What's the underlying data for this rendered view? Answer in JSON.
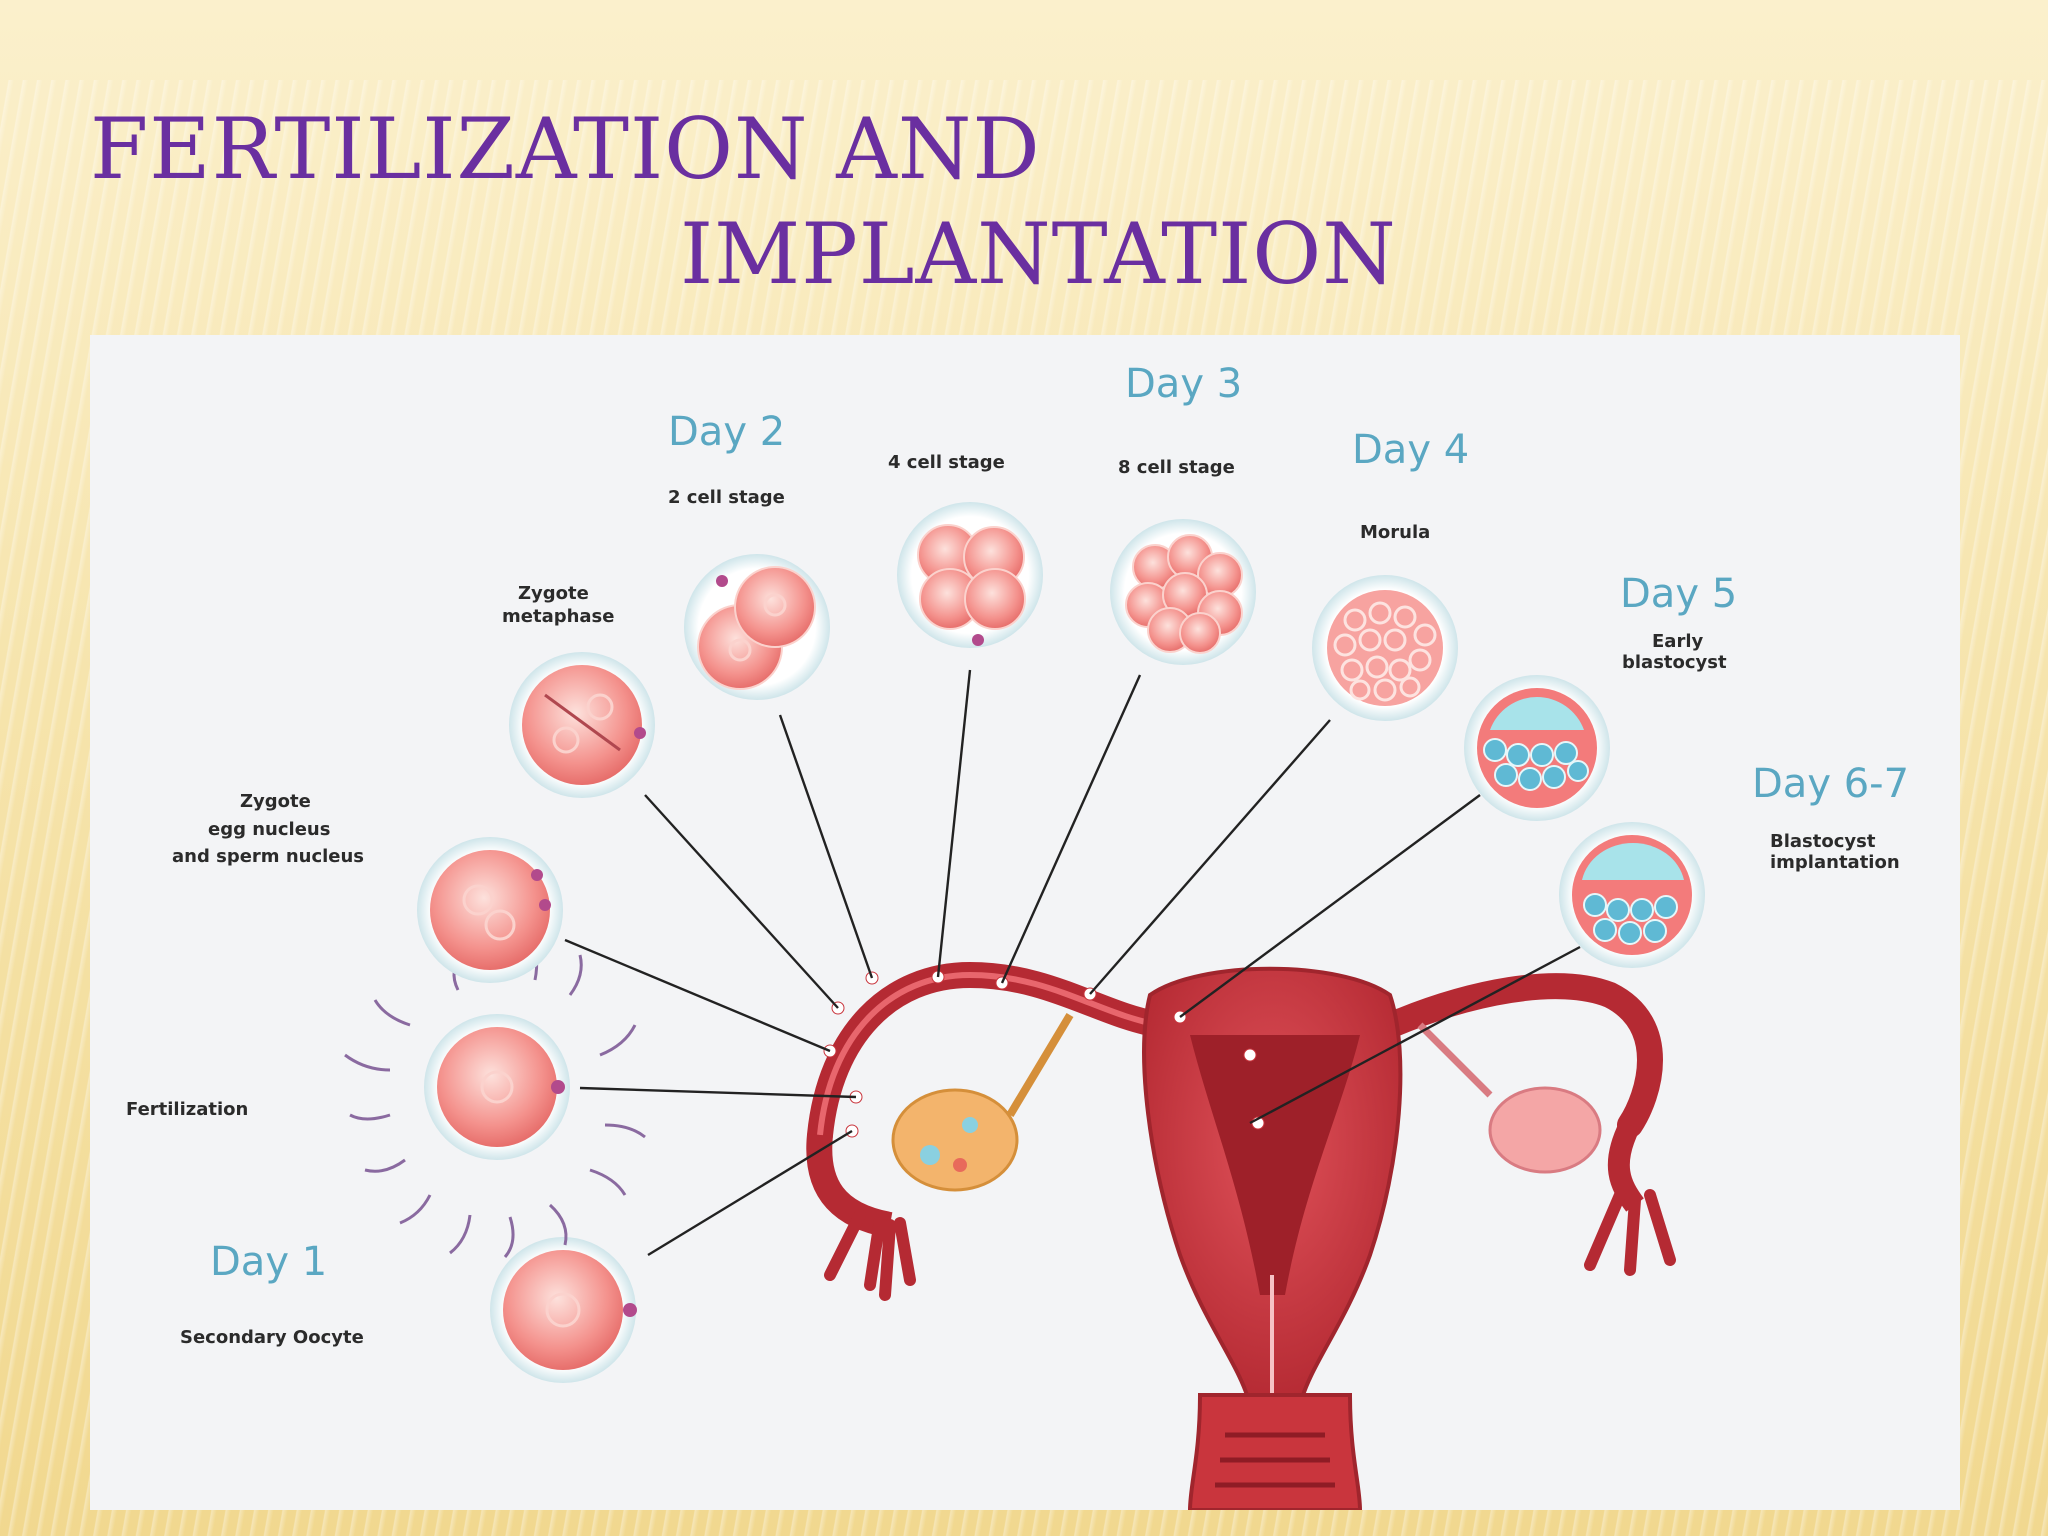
{
  "title": {
    "line1": "FERTILIZATION  AND",
    "line2": "IMPLANTATION"
  },
  "colors": {
    "title": "#6a2fa0",
    "day": "#5aa7c2",
    "uterus": "#c9353d",
    "cell": "#f28a8a",
    "blastocyst_inner": "#7fd0dc"
  },
  "stages": [
    {
      "day": "Day 1",
      "label_lines": [
        "Secondary Oocyte"
      ]
    },
    {
      "day": "",
      "label_lines": [
        "Fertilization"
      ]
    },
    {
      "day": "",
      "label_lines": [
        "Zygote",
        "egg nucleus",
        "and sperm nucleus"
      ]
    },
    {
      "day": "",
      "label_lines": [
        "Zygote",
        "metaphase"
      ]
    },
    {
      "day": "Day 2",
      "label_lines": [
        "2 cell stage"
      ]
    },
    {
      "day": "",
      "label_lines": [
        "4 cell stage"
      ]
    },
    {
      "day": "Day 3",
      "label_lines": [
        "8 cell stage"
      ]
    },
    {
      "day": "Day 4",
      "label_lines": [
        "Morula"
      ]
    },
    {
      "day": "Day 5",
      "label_lines": [
        "Early",
        "blastocyst"
      ]
    },
    {
      "day": "Day 6-7",
      "label_lines": [
        "Blastocyst",
        "implantation"
      ]
    }
  ]
}
